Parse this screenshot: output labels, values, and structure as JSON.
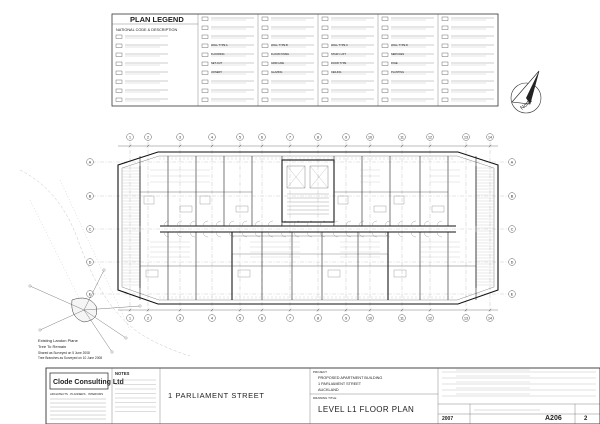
{
  "legend": {
    "title": "PLAN LEGEND",
    "subtitle": "NATIONAL CODE & DESCRIPTION",
    "entries": [
      "WALL TYPE A",
      "WALL TYPE B",
      "WALL TYPE C",
      "WALL TYPE D",
      "FLOORING",
      "FLOOR FINISH",
      "STAIR / LIFT",
      "SERVICES",
      "SET-OUT",
      "GRID LINE",
      "DOOR TYPE",
      "FF&E",
      "JOINERY",
      "GLAZING",
      "CEILING",
      "PLANTING"
    ]
  },
  "north_label": "North",
  "location_note": {
    "line1": "Existing Landon Plane",
    "line2": "Tree To Remain",
    "line3": "Shared as Surveyed on 5 June 2008",
    "line4": "Tree Branches as Surveyed on 10 June 2008"
  },
  "company": {
    "name": "Clode Consulting Ltd",
    "tag": "ARCHITECTS · PLANNERS · INTERIORS"
  },
  "notes_heading": "NOTES",
  "project_name": "1 PARLIAMENT STREET",
  "project_block": {
    "label": "PROJECT",
    "line1": "PROPOSED APARTMENT BUILDING",
    "line2": "1 PARLIAMENT STREET",
    "line3": "AUCKLAND"
  },
  "drawing_title": "LEVEL L1 FLOOR PLAN",
  "drawing_title_label": "DRAWING TITLE",
  "project_no": "2007",
  "drawing_no": "A206",
  "revision": "2",
  "grid_top": [
    "1",
    "2",
    "3",
    "4",
    "5",
    "6",
    "7",
    "8",
    "9",
    "10",
    "11",
    "12",
    "13",
    "14"
  ],
  "grid_side": [
    "A",
    "B",
    "C",
    "D",
    "E"
  ]
}
